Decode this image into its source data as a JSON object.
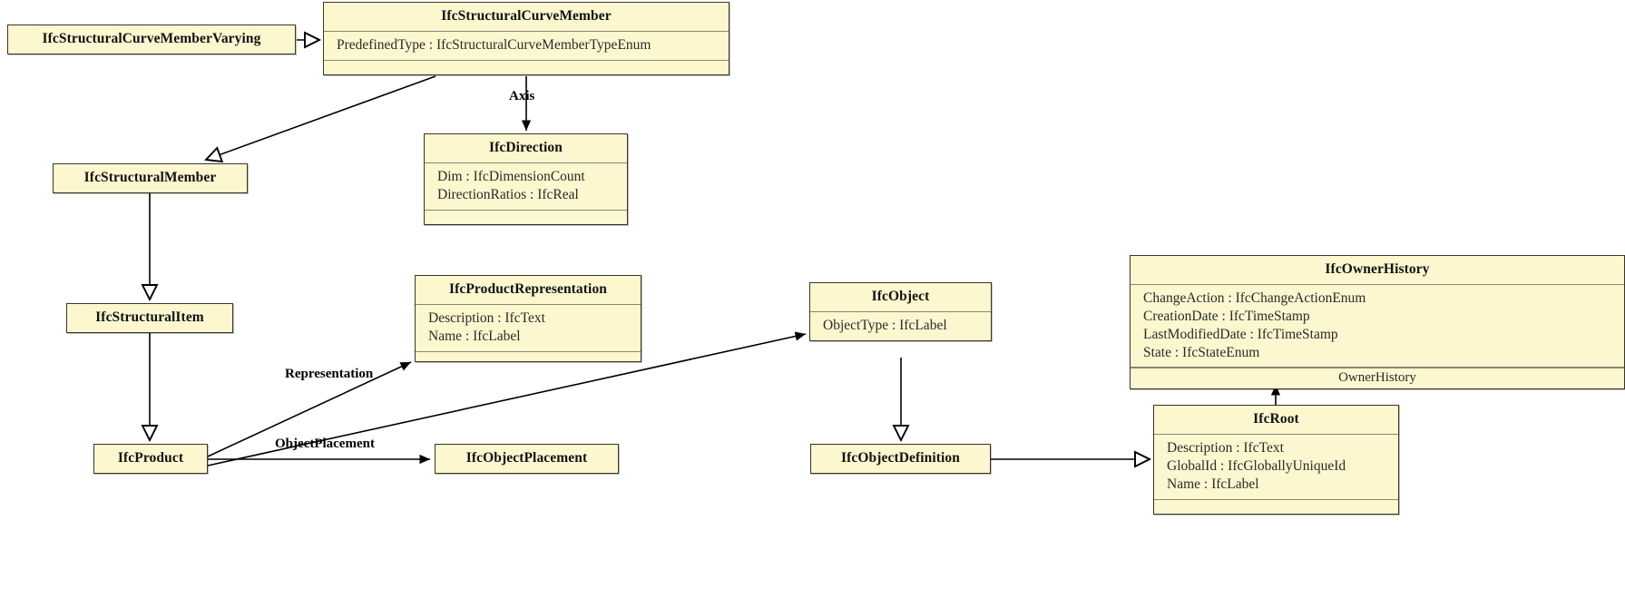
{
  "diagram": {
    "kind": "uml-class-diagram",
    "background": "#ffffff",
    "class_fill": "#fdf7d0",
    "class_border": "#3a3526",
    "text_color": "#121212"
  },
  "classes": {
    "structural_curve_member_varying": {
      "name": "IfcStructuralCurveMemberVarying",
      "attributes": []
    },
    "structural_curve_member": {
      "name": "IfcStructuralCurveMember",
      "attributes": [
        "PredefinedType : IfcStructuralCurveMemberTypeEnum"
      ]
    },
    "direction": {
      "name": "IfcDirection",
      "attributes": [
        "Dim : IfcDimensionCount",
        "DirectionRatios : IfcReal"
      ]
    },
    "structural_member": {
      "name": "IfcStructuralMember",
      "attributes": []
    },
    "structural_item": {
      "name": "IfcStructuralItem",
      "attributes": []
    },
    "product_representation": {
      "name": "IfcProductRepresentation",
      "attributes": [
        "Description : IfcText",
        "Name : IfcLabel"
      ]
    },
    "object": {
      "name": "IfcObject",
      "attributes": [
        "ObjectType : IfcLabel"
      ]
    },
    "owner_history": {
      "name": "IfcOwnerHistory",
      "attributes": [
        "ChangeAction : IfcChangeActionEnum",
        "CreationDate : IfcTimeStamp",
        "LastModifiedDate : IfcTimeStamp",
        "State : IfcStateEnum"
      ],
      "footer": "OwnerHistory"
    },
    "product": {
      "name": "IfcProduct",
      "attributes": []
    },
    "object_placement": {
      "name": "IfcObjectPlacement",
      "attributes": []
    },
    "object_definition": {
      "name": "IfcObjectDefinition",
      "attributes": []
    },
    "root": {
      "name": "IfcRoot",
      "attributes": [
        "Description : IfcText",
        "GlobalId : IfcGloballyUniqueId",
        "Name : IfcLabel"
      ]
    }
  },
  "edge_labels": {
    "axis": "Axis",
    "representation": "Representation",
    "object_placement": "ObjectPlacement"
  }
}
